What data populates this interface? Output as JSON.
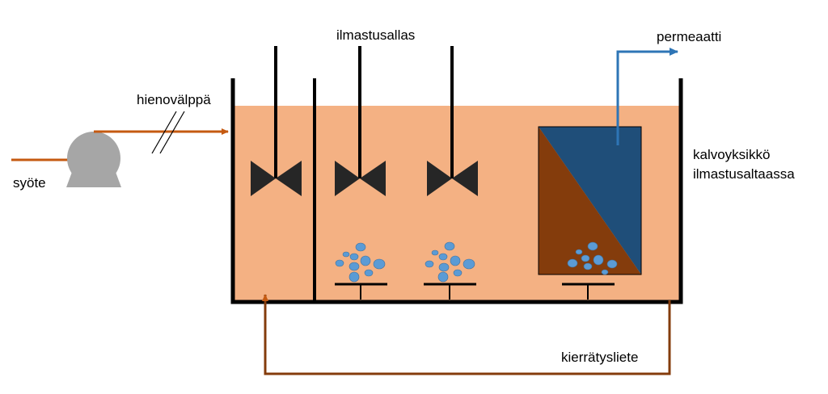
{
  "labels": {
    "feed": "syöte",
    "fine_screen": "hienovälppä",
    "aeration_tank": "ilmastusallas",
    "permeate": "permeaatti",
    "membrane_unit_line1": "kalvoyksikkö",
    "membrane_unit_line2": "ilmastusaltaassa",
    "return_sludge": "kierrätysliete"
  },
  "colors": {
    "liquid": "#f4b183",
    "wall": "#000000",
    "feed_line": "#c55a11",
    "pump": "#a6a6a6",
    "mixer": "#262626",
    "bubble": "#5b9bd5",
    "permeate_line": "#2e75b6",
    "membrane_clean_side": "#1f4e79",
    "membrane_dirty_side": "#843c0c",
    "return_line": "#843c0c"
  },
  "icons": {
    "pump": "pump-icon",
    "mixer": "mixer-icon",
    "diffuser": "diffuser-icon",
    "membrane": "membrane-module-icon"
  }
}
